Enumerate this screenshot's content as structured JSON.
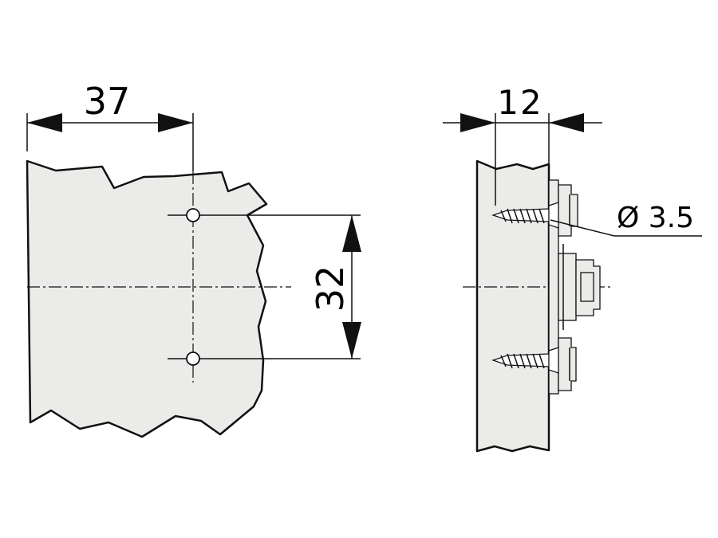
{
  "front_view": {
    "width_dimension": "37",
    "height_dimension": "32"
  },
  "side_view": {
    "thickness_dimension": "12",
    "diameter_callout": "Ø 3.5"
  }
}
